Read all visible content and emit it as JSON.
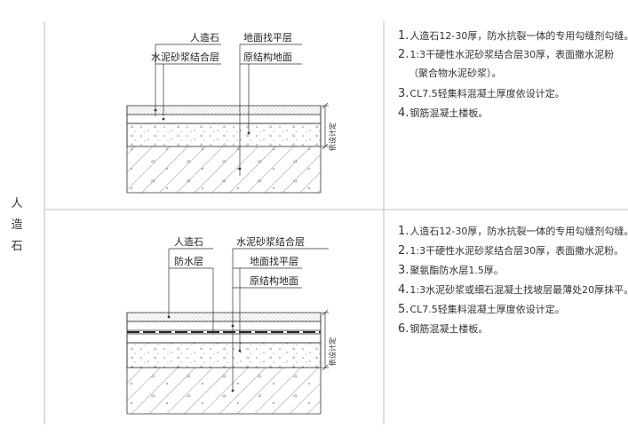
{
  "side_title": [
    "人",
    "造",
    "石"
  ],
  "detail1": {
    "labels": {
      "stone": "人造石",
      "mortar": "水泥砂浆结合层",
      "leveling": "地面找平层",
      "structure": "原结构地面"
    },
    "dim_text": "依设计定",
    "notes": [
      {
        "num": "1.",
        "text": "人造石12-30厚，防水抗裂一体的专用勾缝剂勾缝。"
      },
      {
        "num": "2.",
        "text": "1:3干硬性水泥砂浆结合层30厚，表面撒水泥粉"
      },
      {
        "num": "",
        "text": "（聚合物水泥砂浆）。"
      },
      {
        "num": "3.",
        "text": "CL7.5轻集料混凝土厚度依设计定。"
      },
      {
        "num": "4.",
        "text": "钢筋混凝土楼板。"
      }
    ]
  },
  "detail2": {
    "labels": {
      "stone": "人造石",
      "waterproof": "防水层",
      "mortar": "水泥砂浆结合层",
      "leveling": "地面找平层",
      "structure": "原结构地面"
    },
    "dim_text": "依设计定",
    "notes": [
      {
        "num": "1.",
        "text": "人造石12-30厚，防水抗裂一体的专用勾缝剂勾缝。"
      },
      {
        "num": "2.",
        "text": "1:3干硬性水泥砂浆结合层30厚，表面撒水泥粉。"
      },
      {
        "num": "3.",
        "text": "聚氨酯防水层1.5厚。"
      },
      {
        "num": "4.",
        "text": "1:3水泥砂浆或细石混凝土找坡层最薄处20厚抹平。"
      },
      {
        "num": "5.",
        "text": "CL7.5轻集料混凝土厚度依设计定。"
      },
      {
        "num": "6.",
        "text": "钢筋混凝土楼板。"
      }
    ]
  }
}
